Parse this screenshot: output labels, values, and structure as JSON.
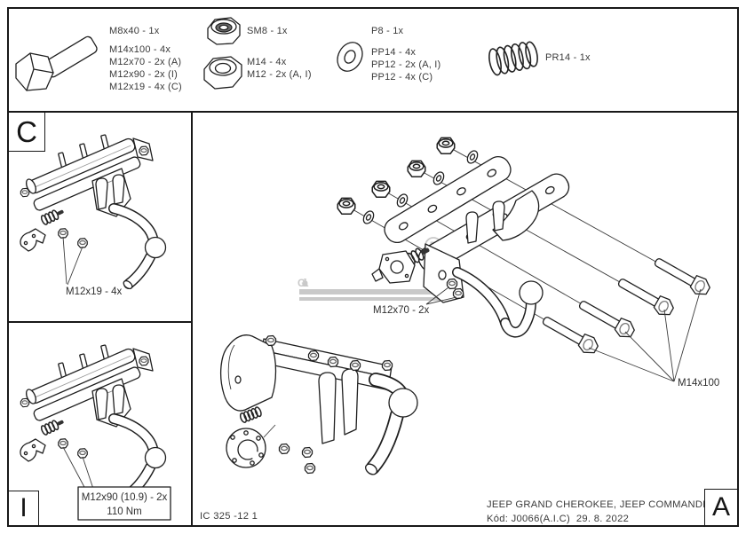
{
  "colors": {
    "line": "#1f1f1f",
    "watermark": "#c9c9c9"
  },
  "watermark": {
    "brand": "Galia",
    "registered_mark": "R"
  },
  "legend": {
    "bolt": {
      "primary": "M8x40 - 1x",
      "sizes": [
        "M14x100 - 4x",
        "M12x70 - 2x (A)",
        "M12x90 - 2x (I)",
        "M12x19 - 4x (C)"
      ]
    },
    "locknut": {
      "primary": "SM8 - 1x"
    },
    "nut": {
      "sizes": [
        "M14 - 4x",
        "M12 - 2x (A, I)"
      ]
    },
    "washer": {
      "primary": "P8 - 1x",
      "sizes": [
        "PP14 - 4x",
        "PP12 - 2x (A, I)",
        "PP12 - 4x (C)"
      ]
    },
    "spring": {
      "primary": "PR14 - 1x"
    }
  },
  "detail_c": {
    "section_label": "C",
    "callout": "M12x19 - 4x"
  },
  "detail_i": {
    "section_label": "I",
    "callout_line1": "M12x90 (10.9) - 2x",
    "callout_line2": "110 Nm"
  },
  "main": {
    "section_label": "A",
    "callout_small_bolts": "M12x70 - 2x",
    "callout_large_bolts": "M14x100",
    "drawing_code": "IC 325 -12 1",
    "vehicle_models": "JEEP GRAND CHEROKEE, JEEP COMMANDER",
    "product_code": "Kód: J0066(A.I.C)  29. 8. 2022"
  }
}
